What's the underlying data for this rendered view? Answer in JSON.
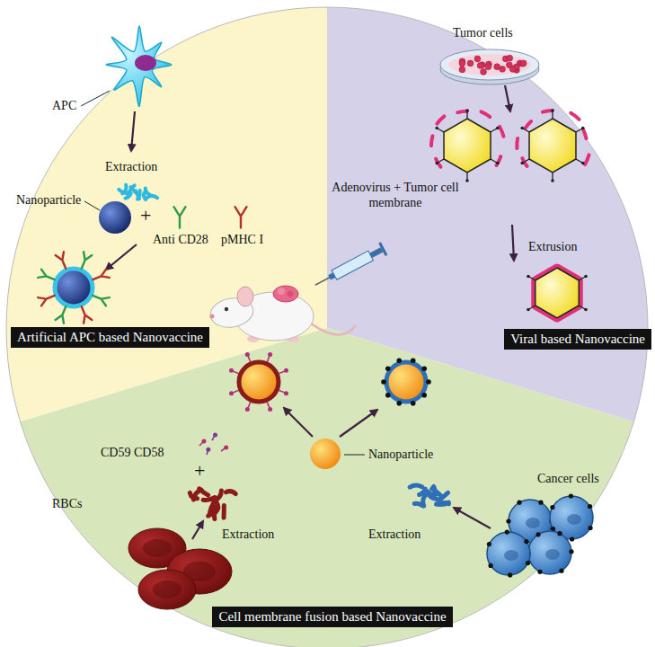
{
  "diagram": {
    "nodes": [
      {
        "text": [
          "Artificial APC based Nanovaccine"
        ]
      },
      {
        "text": [
          "Viral based Nanovaccine"
        ]
      },
      {
        "text": [
          "Cell membrane fusion based Nanovaccine"
        ]
      }
    ],
    "labels": [
      "APC",
      "Extraction",
      "Nanoparticle",
      "+",
      "Anti CD28",
      "pMHC I",
      "Tumor cells",
      "Adenovirus + Tumor cell membrane",
      "Extrusion",
      "CD59 CD58",
      "+",
      "Nanoparticle",
      "RBCs",
      "Extraction",
      "Extraction",
      "Cancer cells"
    ]
  }
}
